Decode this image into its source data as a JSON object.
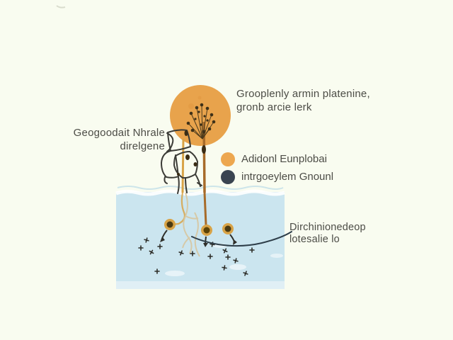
{
  "colors": {
    "background": "#f9fcf0",
    "text": "#4c4c46",
    "sun": "#e8a34c",
    "water": "#cbe5ef",
    "water_band": "#e0eff5",
    "wave_line": "#c2dfe9",
    "stem_tan": "#d8a347",
    "stem_brown": "#a76b2a",
    "root_tan": "#d8c7a0",
    "lattice": "#3b3b36",
    "ink": "#2e2e29",
    "leader": "#2e3e49",
    "node_ring": "#d8a347",
    "node_core": "#4a3a12",
    "legend_orange": "#eda74f",
    "legend_dark": "#3a4450"
  },
  "annotations": {
    "top_note_line1": "Grooplenly armin platenine,",
    "top_note_line2": "gronb arcie lerk",
    "left_label_line1": "Geogoodait Nhrale",
    "left_label_line2": "direlgene",
    "bottom_label_line1": "Dirchinionedeop",
    "bottom_label_line2": "lotesalie lo"
  },
  "legend": {
    "items": [
      {
        "marker": "orange-circle",
        "color": "#eda74f",
        "label": "Adidonl Eunplobai"
      },
      {
        "marker": "dark-circle",
        "color": "#3a4450",
        "label": "intrgoeylem Gnounl"
      }
    ]
  }
}
